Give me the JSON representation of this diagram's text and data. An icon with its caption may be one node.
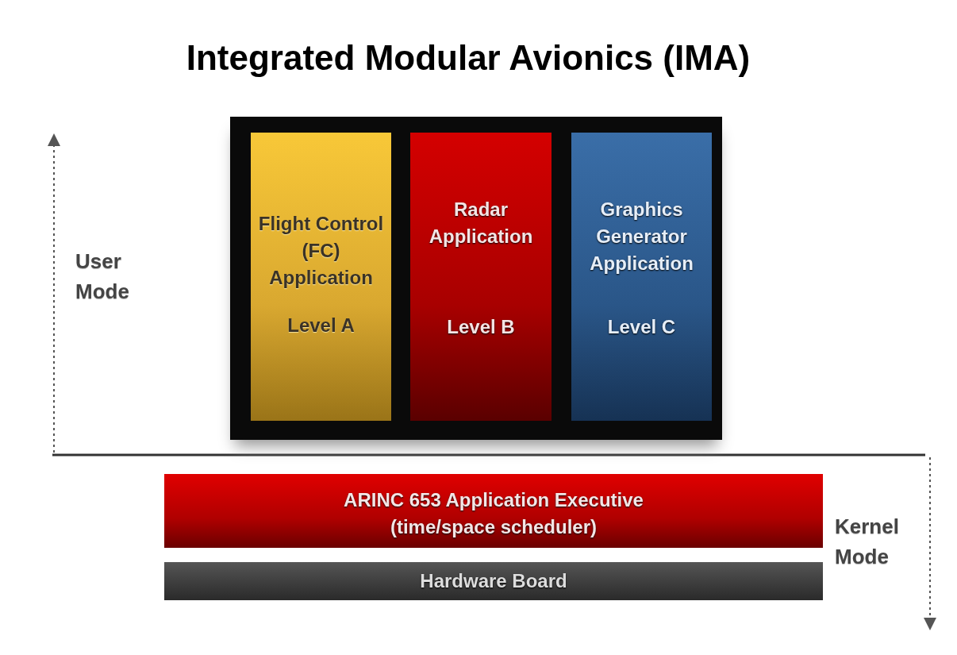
{
  "diagram": {
    "title": "Integrated Modular Avionics (IMA)",
    "nodes": [
      {
        "text": [],
        "shape": "box"
      },
      {
        "text": [
          "Flight Control (FC) Application",
          "Level A"
        ],
        "in": 0
      },
      {
        "text": [
          "Radar Application",
          "Level B"
        ],
        "in": 0
      },
      {
        "text": [
          "Graphics Generator Application",
          "Level C"
        ],
        "in": 0
      },
      {
        "text": [
          "ARINC 653 Application Executive (time/space scheduler)"
        ]
      },
      {
        "text": [
          "Hardware Board"
        ]
      }
    ],
    "labels": [
      "User Mode",
      "Kernel Mode"
    ]
  }
}
